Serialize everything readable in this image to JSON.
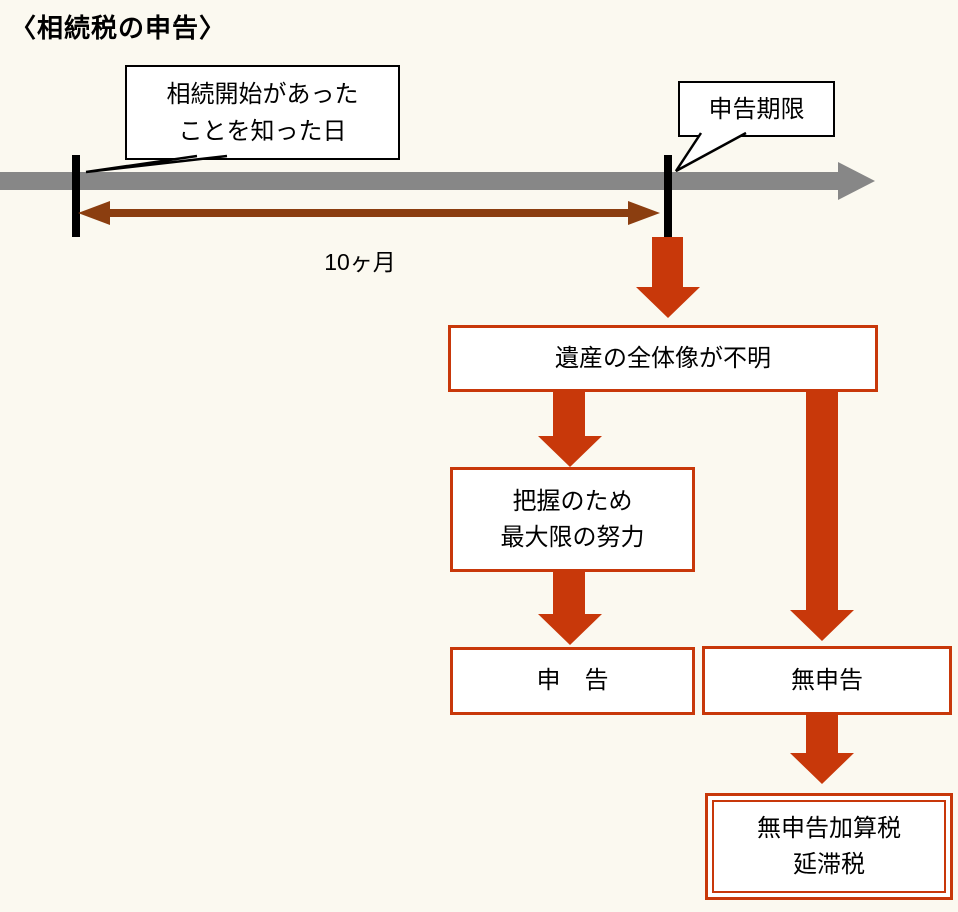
{
  "title": "〈相続税の申告〉",
  "colors": {
    "background": "#FBF9F0",
    "timeline-gray": "#878787",
    "duration-brown": "#8B3E10",
    "accent-red": "#C8380A"
  },
  "timeline": {
    "start_callout": {
      "line1": "相続開始があった",
      "line2": "ことを知った日"
    },
    "deadline_callout": "申告期限",
    "duration_label": "10ヶ月"
  },
  "flow": {
    "unknown_box": "遺産の全体像が不明",
    "effort_box": {
      "line1": "把握のため",
      "line2": "最大限の努力"
    },
    "filing_box": "申　告",
    "no_filing_box": "無申告",
    "penalty_box": {
      "line1": "無申告加算税",
      "line2": "延滞税"
    }
  }
}
